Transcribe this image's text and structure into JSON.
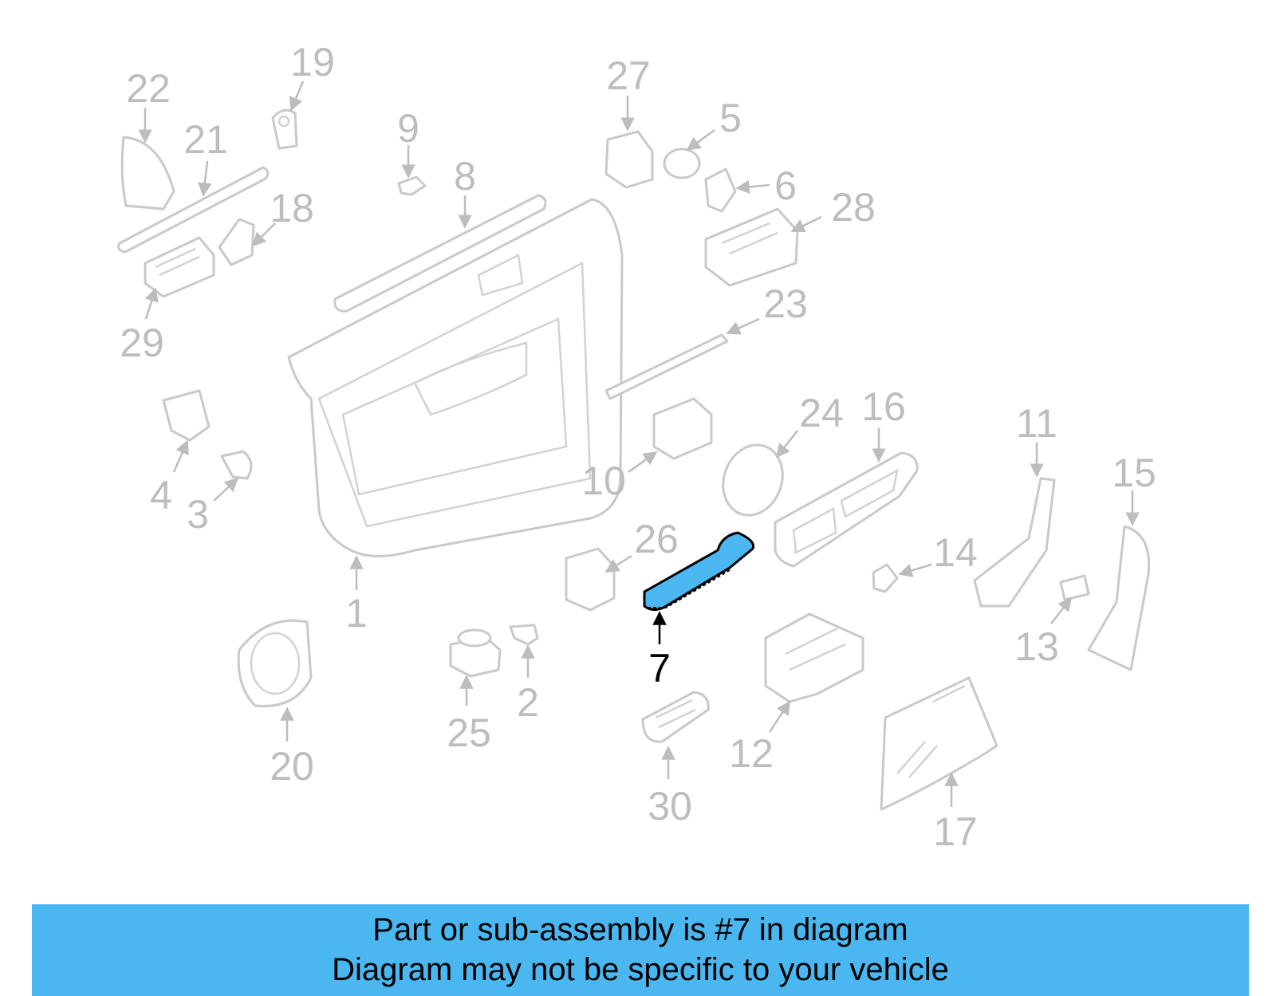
{
  "callouts": {
    "c1": "1",
    "c2": "2",
    "c3": "3",
    "c4": "4",
    "c5": "5",
    "c6": "6",
    "c7": "7",
    "c8": "8",
    "c9": "9",
    "c10": "10",
    "c11": "11",
    "c12": "12",
    "c13": "13",
    "c14": "14",
    "c15": "15",
    "c16": "16",
    "c17": "17",
    "c18": "18",
    "c19": "19",
    "c20": "20",
    "c21": "21",
    "c22": "22",
    "c23": "23",
    "c24": "24",
    "c25": "25",
    "c26": "26",
    "c27": "27",
    "c28": "28",
    "c29": "29",
    "c30": "30"
  },
  "highlight_color": "#4ab7f0",
  "banner": {
    "line1": "Part or sub-assembly is #7 in diagram",
    "line2": "Diagram may not be specific to your vehicle"
  }
}
